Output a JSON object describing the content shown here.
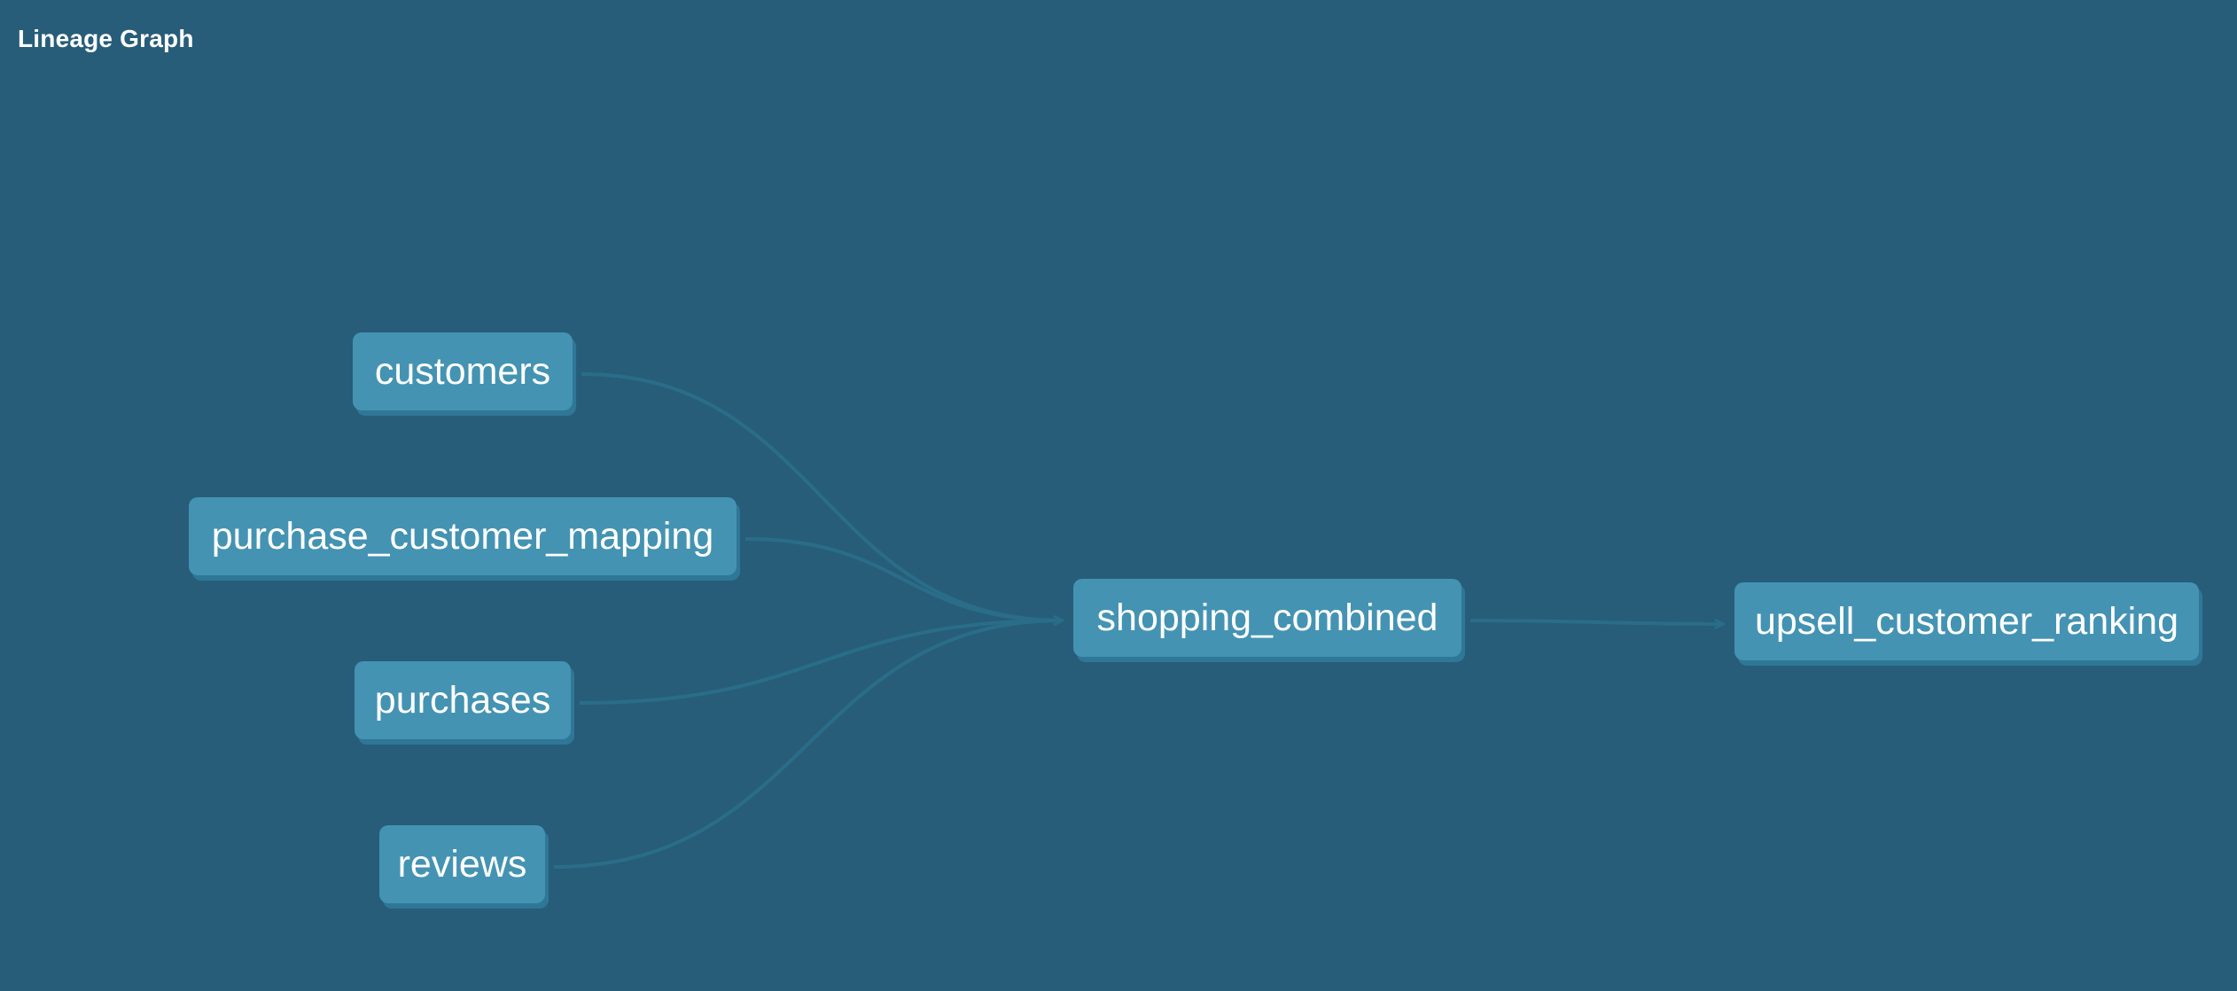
{
  "header": {
    "title": "Lineage Graph"
  },
  "colors": {
    "background": "#275d79",
    "node_fill": "#4493b3",
    "node_shadow": "#2f7796",
    "edge": "#2a6d89",
    "text": "#ffffff"
  },
  "nodes": {
    "customers": {
      "label": "customers"
    },
    "purchase_customer_mapping": {
      "label": "purchase_customer_mapping"
    },
    "purchases": {
      "label": "purchases"
    },
    "reviews": {
      "label": "reviews"
    },
    "shopping_combined": {
      "label": "shopping_combined"
    },
    "upsell_customer_ranking": {
      "label": "upsell_customer_ranking"
    }
  },
  "edges": [
    {
      "from": "customers",
      "to": "shopping_combined"
    },
    {
      "from": "purchase_customer_mapping",
      "to": "shopping_combined"
    },
    {
      "from": "purchases",
      "to": "shopping_combined"
    },
    {
      "from": "reviews",
      "to": "shopping_combined"
    },
    {
      "from": "shopping_combined",
      "to": "upsell_customer_ranking"
    }
  ]
}
